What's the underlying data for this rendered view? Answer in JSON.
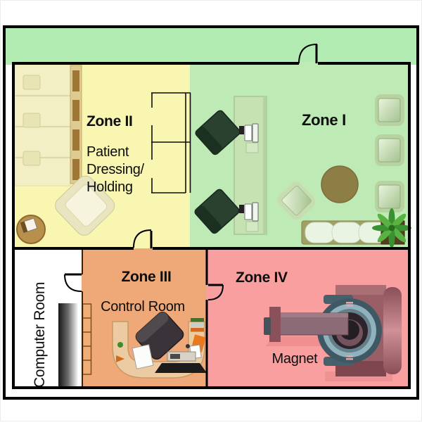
{
  "zones": {
    "zone1": {
      "label": "Zone I"
    },
    "zone2": {
      "label": "Zone II",
      "desc1": "Patient",
      "desc2": "Dressing/",
      "desc3": "Holding"
    },
    "zone3": {
      "label": "Zone III",
      "desc": "Control Room"
    },
    "zone4": {
      "label": "Zone IV",
      "desc": "Magnet"
    },
    "computer_room": {
      "label": "Computer Room"
    }
  },
  "colors": {
    "corridor_floor": "#b2ecb2",
    "zone1_floor": "#beeab5",
    "zone2_floor": "#f9f6b1",
    "zone3_floor": "#efa877",
    "zone4_floor": "#fa9f9f",
    "computer_room_floor": "#ffffff",
    "wall": "#000000"
  }
}
